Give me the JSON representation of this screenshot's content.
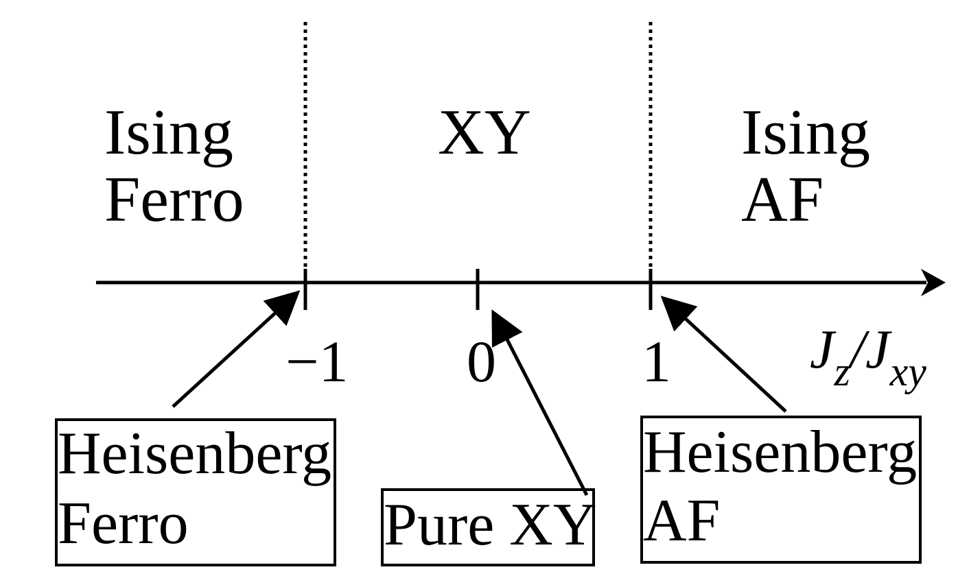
{
  "regions": {
    "left": {
      "line1": "Ising",
      "line2": "Ferro"
    },
    "middle": {
      "line1": "XY"
    },
    "right": {
      "line1": "Ising",
      "line2": "AF"
    }
  },
  "axis": {
    "var_main": "J",
    "var_main_sub": "z",
    "slash": "/",
    "var_den": "J",
    "var_den_sub": "xy",
    "ticks": [
      "−1",
      "0",
      "1"
    ]
  },
  "boxes": {
    "heis_ferro": {
      "line1": "Heisenberg",
      "line2": "Ferro"
    },
    "pure_xy": {
      "line1": "Pure XY"
    },
    "heis_af": {
      "line1": "Heisenberg",
      "line2": "AF"
    }
  },
  "colors": {
    "ink": "#000000",
    "background": "#ffffff"
  }
}
